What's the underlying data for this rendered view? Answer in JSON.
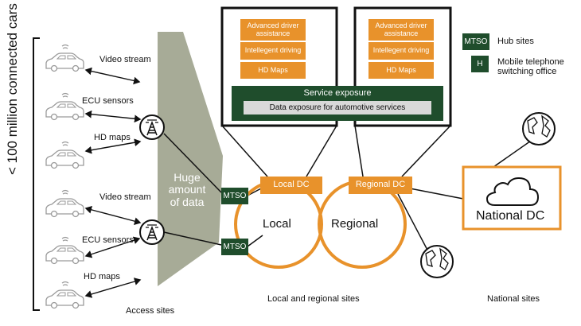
{
  "cars_axis_label": "< 100 million connected cars",
  "car_streams": [
    "Video stream",
    "ECU sensors",
    "HD maps",
    "Video stream",
    "ECU sensors",
    "HD maps"
  ],
  "huge_data": [
    "Huge",
    "amount",
    "of data"
  ],
  "mtso_label": "MTSO",
  "service_apps_left": [
    "Advanced driver assistance",
    "Intellegent driving",
    "HD Maps"
  ],
  "service_apps_right": [
    "Advanced driver assistance",
    "Intellegent driving",
    "HD Maps"
  ],
  "service_exposure": "Service exposure",
  "data_exposure": "Data exposure for automotive services",
  "local_dc": "Local DC",
  "regional_dc": "Regional DC",
  "local": "Local",
  "regional": "Regional",
  "national_dc": "National DC",
  "legend": {
    "mtso_badge": "MTSO",
    "mtso_desc": "Hub sites",
    "h_badge": "H",
    "h_desc": "Mobile telephone switching office"
  },
  "footer": {
    "access": "Access sites",
    "local_regional": "Local and regional sites",
    "national": "National sites"
  },
  "colors": {
    "orange": "#e8922b",
    "green": "#1f4d2c",
    "gray": "#a7ab97"
  }
}
